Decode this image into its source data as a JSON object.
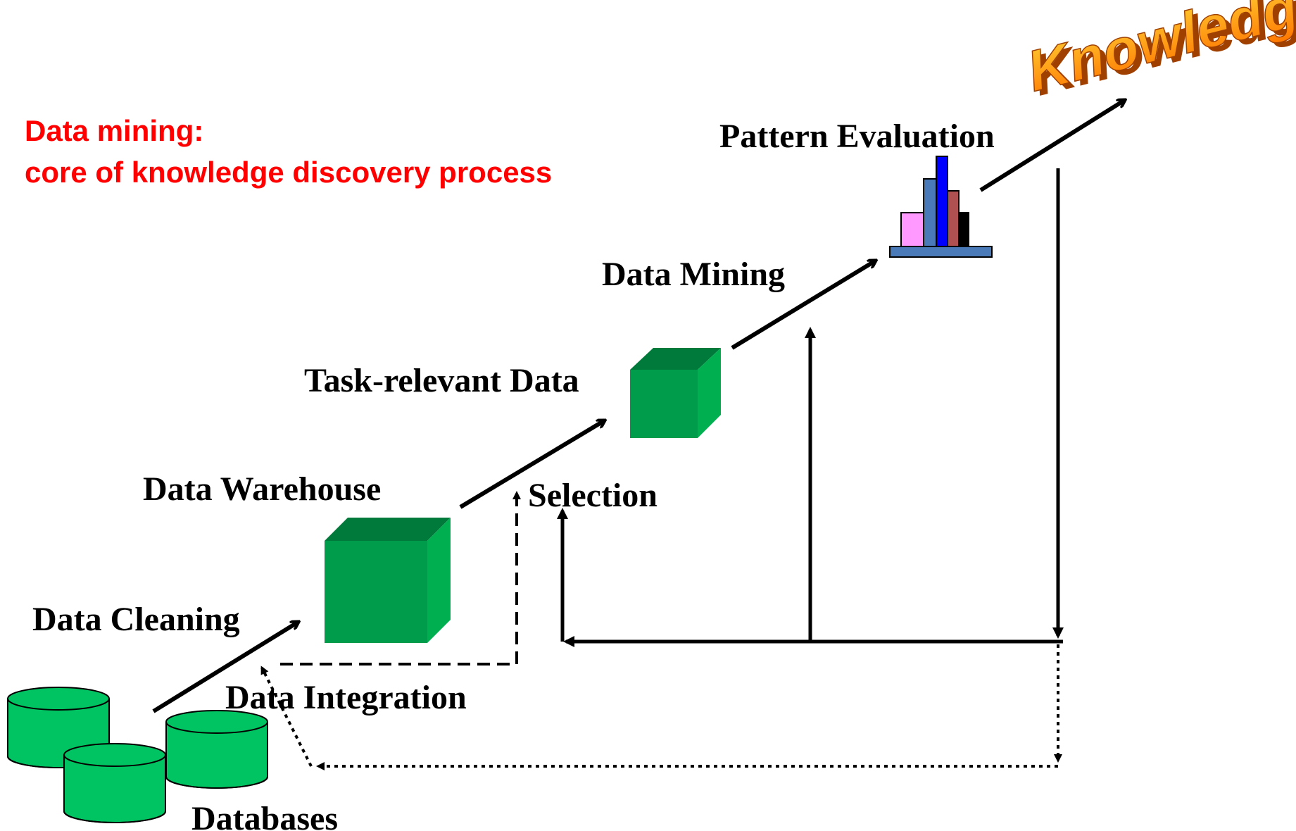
{
  "header": {
    "line1": "Data mining:",
    "line2": "core of knowledge discovery process"
  },
  "labels": {
    "knowledge": "Knowledge",
    "pattern_evaluation": "Pattern Evaluation",
    "data_mining": "Data Mining",
    "task_relevant_data": "Task-relevant Data",
    "data_warehouse": "Data Warehouse",
    "selection": "Selection",
    "data_cleaning": "Data Cleaning",
    "data_integration": "Data Integration",
    "databases": "Databases"
  },
  "colors": {
    "header": "#ff0000",
    "data_mining": "#ff0000",
    "databases": "#000099",
    "cube_face": "#009c4c",
    "cube_top": "#007a3a",
    "cube_side": "#00b050",
    "cylinder": "#00c462",
    "bar_pink": "#ff99ff",
    "bar_steel": "#4a7ab8",
    "bar_blue": "#0000ff",
    "bar_brown": "#b05050",
    "bar_black": "#000000",
    "base": "#4a7ab8",
    "knowledge_fill": "#ff9900",
    "knowledge_shadow": "#a04000"
  }
}
